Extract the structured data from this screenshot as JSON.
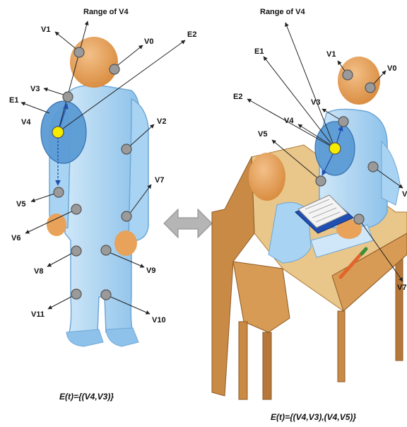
{
  "left_figure": {
    "title": "Range of V4",
    "labels": {
      "V0": "V0",
      "V1": "V1",
      "E2": "E2",
      "V3": "V3",
      "E1": "E1",
      "V4": "V4",
      "V2": "V2",
      "V7": "V7",
      "V5": "V5",
      "V6": "V6",
      "V8": "V8",
      "V9": "V9",
      "V11": "V11",
      "V10": "V10"
    },
    "caption": "E(t)={(V4,V3)}"
  },
  "right_figure": {
    "title": "Range of V4",
    "labels": {
      "E1": "E1",
      "V1": "V1",
      "V0": "V0",
      "E2": "E2",
      "V3": "V3",
      "V4": "V4",
      "V5": "V5",
      "V_edge": "V",
      "V7": "V7"
    },
    "caption": "E(t)={(V4,V3),(V4,V5)}"
  },
  "colors": {
    "body_blue": "#a9d3f2",
    "body_blue_dark": "#6fa8d8",
    "skin": "#e8a25a",
    "range_circle": "#5b9bd5",
    "center_point": "#f5ec00",
    "joint_gray": "#9a9a9a",
    "desk_wood": "#c98a45",
    "desk_top": "#e9c68a"
  },
  "icons": {
    "transition": "double-arrow-icon"
  }
}
